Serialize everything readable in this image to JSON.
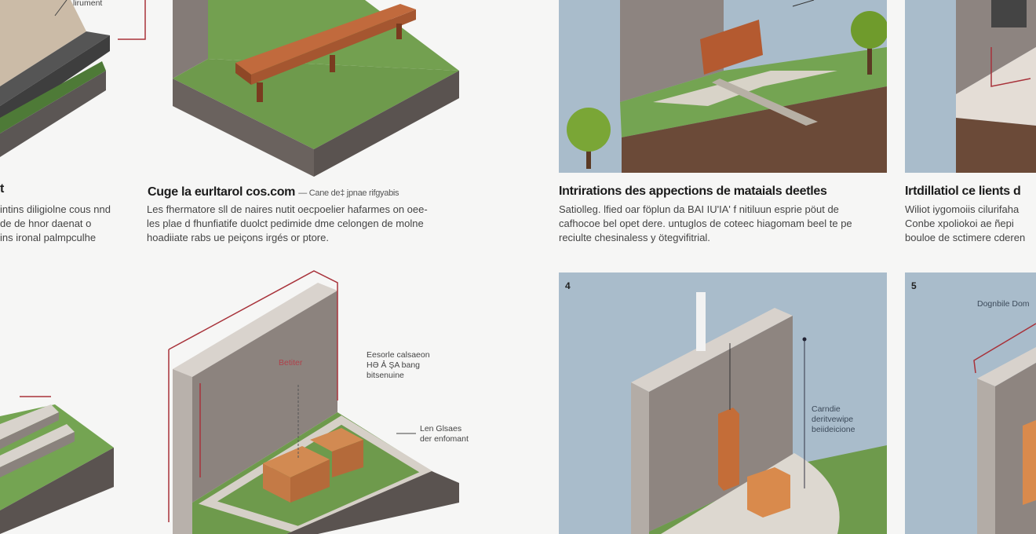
{
  "top_left": {
    "annotation": "lirument",
    "fragment_title": "t",
    "fragment_lines": [
      "intins diligiolne cous nnd",
      "de de hnor daenat o",
      "ins ironal palmpculhe"
    ]
  },
  "step_bench": {
    "title": "Cuge la eurltarol cos.com",
    "subtitle": "— Cane de‡ jpnae rifgyabis",
    "body_lines": [
      "Les fhermatore sll de naires nutit oecpoelier hafarmes on oee-",
      "les plae d fhunfiatife duolct pedimide dme celongen de molne",
      "hoadiiate rabs ue peiçons irgés or ptore."
    ]
  },
  "step_path": {
    "title": "Intrirations des appections de mataials deetles",
    "body_lines": [
      "Satiolleg. lfied oar föplun da BAI IU'IA' f nitiluun esprie pöut de",
      "cafhocoe bel opet dere. untuglos de coteec hiagomam beel te pe",
      "reciulte chesinaless y ötegvifitrial."
    ]
  },
  "step_install": {
    "title": "Irtdillatiol ce lients d",
    "body_lines": [
      "Wiliot iygomoiis cilurifaha",
      "Conbe xpoliokoi ae ñepi",
      "bouloe de sctimere cderen"
    ]
  },
  "step_corner": {
    "wall_label": "Betiter",
    "annotation_top": [
      "Eesorle calsaeon",
      "HƏ Ả ŞA bang",
      "bitsenuine"
    ],
    "annotation_bottom": [
      "Len Glsaes",
      "der enfomant"
    ]
  },
  "step4": {
    "number": "4",
    "annotation": [
      "Carndie",
      "deritvewipe",
      "beiideicione"
    ]
  },
  "step5": {
    "number": "5",
    "annotation": "Dognbile Dom"
  },
  "colors": {
    "sky": "#a9bccb",
    "grass": "#6e9a4c",
    "wall": "#8a817c",
    "wood": "#b9643a",
    "annotation_line": "#a8323a"
  }
}
